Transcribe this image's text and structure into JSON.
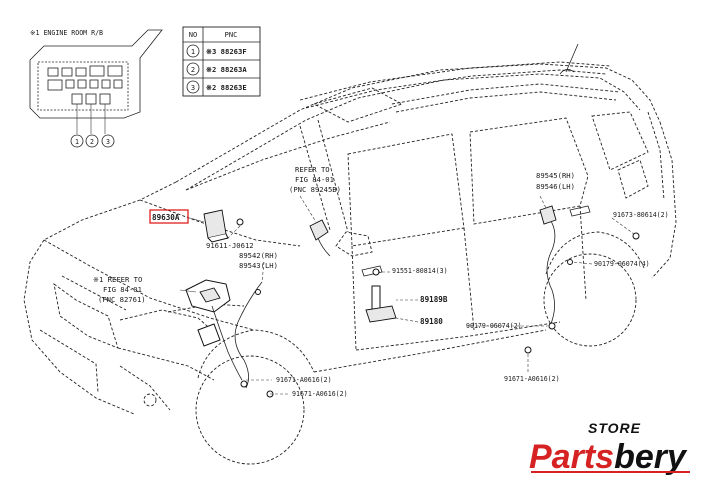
{
  "relay_box": {
    "title": "※1 ENGINE ROOM R/B",
    "markers": [
      "1",
      "2",
      "3"
    ]
  },
  "pnc_table": {
    "headers": [
      "NO",
      "PNC"
    ],
    "rows": [
      {
        "no": "1",
        "pnc": "※3 88263F"
      },
      {
        "no": "2",
        "pnc": "※2 88263A"
      },
      {
        "no": "3",
        "pnc": "※2 88263E"
      }
    ]
  },
  "callouts": {
    "p89630a": "89630A",
    "p91611": "91611-J0612",
    "ref_24501_1": "REFER TO",
    "ref_24501_2": "FIG 84-01",
    "ref_24501_3": "(PNC 89245B)",
    "p89542": "89542(RH)",
    "p89543": "89543(LH)",
    "ref_82761_1": "※1 REFER TO",
    "ref_82761_2": "FIG 84-01",
    "ref_82761_3": "(PNC 82761)",
    "p89545": "89545(RH)",
    "p89546": "89546(LH)",
    "p91673": "91673-80614(2)",
    "p91551": "91551-80814(3)",
    "p89189b": "89189B",
    "p89180": "89180",
    "p90179a": "90179-06074(4)",
    "p90179b": "90179-06074(2)",
    "p91671a": "91671-A0616(2)",
    "p91671b": "91671-A0616(2)",
    "p91671c": "91671-A0616(2)"
  },
  "watermark": {
    "store": "STORE",
    "brand": "Partsbery"
  }
}
